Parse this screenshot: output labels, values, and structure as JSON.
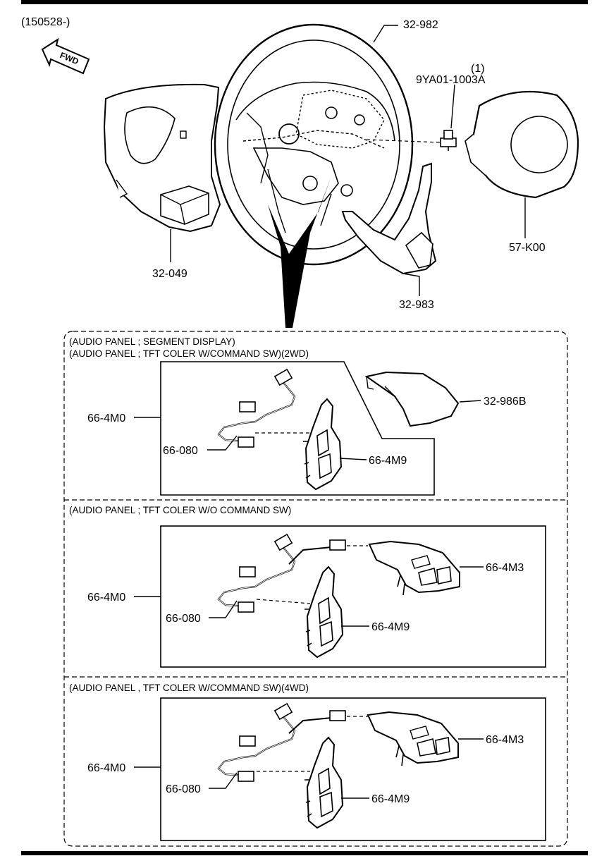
{
  "header": {
    "date_code": "(150528-)",
    "fwd": "FWD"
  },
  "parts": {
    "steering_wheel": "32-982",
    "bolt_qty": "(1)",
    "bolt": "9YA01-1003A",
    "airbag": "57-K00",
    "left_cover": "32-049",
    "lower_cover": "32-983"
  },
  "sections": [
    {
      "titles": [
        "(AUDIO PANEL ; SEGMENT DISPLAY)",
        "(AUDIO PANEL ; TFT COLER W/COMMAND SW)(2WD)"
      ],
      "labels": {
        "harness_group": "66-4M0",
        "harness": "66-080",
        "switch_left": "66-4M9",
        "garnish": "32-986B"
      }
    },
    {
      "titles": [
        "(AUDIO PANEL ; TFT COLER W/O COMMAND SW)"
      ],
      "labels": {
        "harness_group": "66-4M0",
        "harness": "66-080",
        "switch_left": "66-4M9",
        "switch_right": "66-4M3"
      }
    },
    {
      "titles": [
        "(AUDIO PANEL , TFT COLER W/COMMAND SW)(4WD)"
      ],
      "labels": {
        "harness_group": "66-4M0",
        "harness": "66-080",
        "switch_left": "66-4M9",
        "switch_right": "66-4M3"
      }
    }
  ]
}
